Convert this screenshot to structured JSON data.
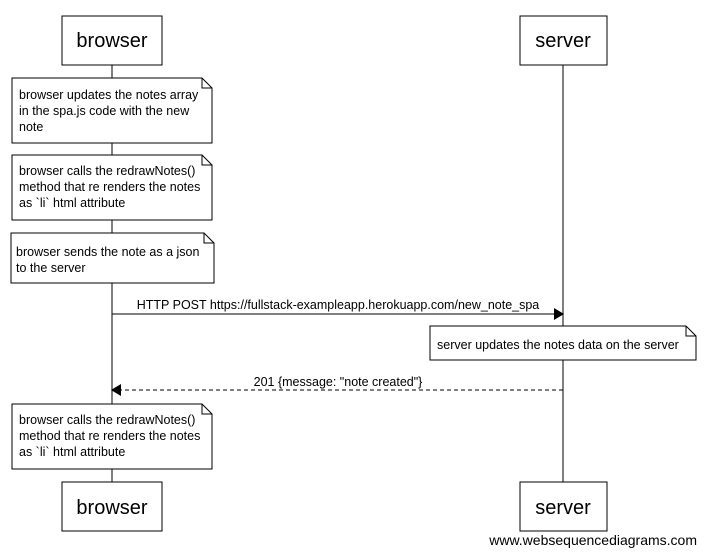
{
  "participants": {
    "browser": "browser",
    "server": "server"
  },
  "notes": {
    "n1": [
      "browser updates the notes array",
      "in the spa.js code with the new",
      "note"
    ],
    "n2": [
      "browser calls the redrawNotes()",
      "method that re renders the notes",
      "as `li` html attribute"
    ],
    "n3": [
      "browser sends the note as a json",
      "to the server"
    ],
    "n4": [
      "server updates the notes data on the server"
    ],
    "n5": [
      "browser calls the redrawNotes()",
      "method that re renders the notes",
      "as `li` html attribute"
    ]
  },
  "messages": {
    "post": "HTTP POST https://fullstack-exampleapp.herokuapp.com/new_note_spa",
    "response": "201 {message: \"note created\"}"
  },
  "watermark": "www.websequencediagrams.com"
}
